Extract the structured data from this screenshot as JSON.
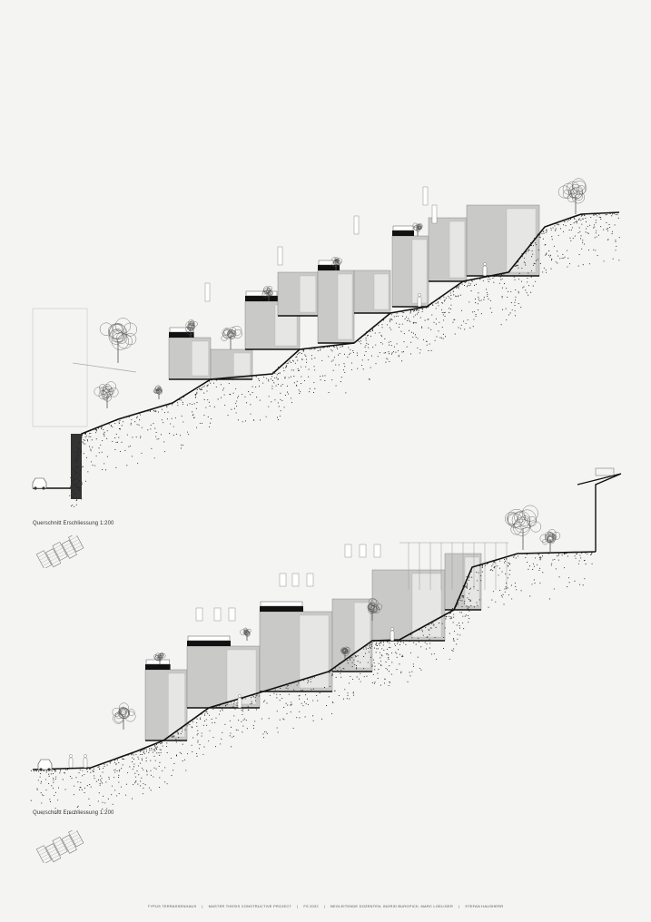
{
  "sections": [
    {
      "caption": "Querschnitt Erschliessung 1:200"
    },
    {
      "caption": "Querschnitt Erschliessung 1:200"
    }
  ],
  "footer": {
    "items": [
      "TYPUS TERRASSENHAUS",
      "|",
      "MASTER THESIS CONSTRUCTIVE PROJECT",
      "|",
      "FS 2022",
      "|",
      "BEGLEITENDE DOZENTEN: INGRID BURGPICK, MARC LOELIGER",
      "|",
      "STEFAN HAUSHERR"
    ]
  },
  "colors": {
    "background": "#f4f4f2",
    "ground_line": "#111111",
    "interior_fill": "#c9c9c7",
    "wall_fill": "#dcdcda",
    "tree_stroke": "#555555"
  },
  "icons": [
    "tree-icon",
    "car-icon",
    "person-icon",
    "keyplan-icon"
  ]
}
